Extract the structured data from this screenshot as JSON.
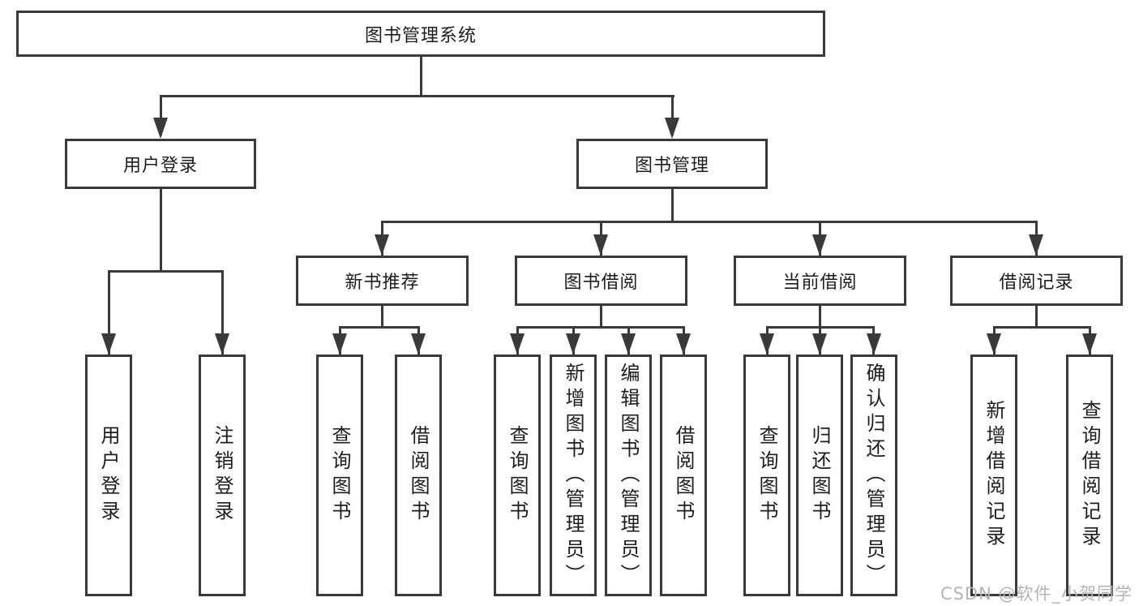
{
  "nodes": {
    "root": "图书管理系统",
    "user_login": "用户登录",
    "book_management": "图书管理",
    "new_book_recommend": "新书推荐",
    "book_borrowing": "图书借阅",
    "current_borrowing": "当前借阅",
    "borrowing_records": "借阅记录",
    "leaf_user_login": "用户登录",
    "leaf_logout": "注销登录",
    "leaf_nb_query_books": "查询图书",
    "leaf_nb_borrow_books": "借阅图书",
    "leaf_bb_query_books": "查询图书",
    "leaf_bb_add_books_admin": "新增图书（管理员）",
    "leaf_bb_edit_books_admin": "编辑图书（管理员）",
    "leaf_bb_borrow_books": "借阅图书",
    "leaf_cb_query_books": "查询图书",
    "leaf_cb_return_books": "归还图书",
    "leaf_cb_confirm_return_admin": "确认归还（管理员）",
    "leaf_br_add_record": "新增借阅记录",
    "leaf_br_query_record": "查询借阅记录"
  },
  "watermark": "CSDN @软件_小贺同学",
  "colors": {
    "line": "#3a3a3a",
    "text": "#1d1d1d",
    "watermark": "#b4b4b4",
    "background": "#ffffff"
  }
}
